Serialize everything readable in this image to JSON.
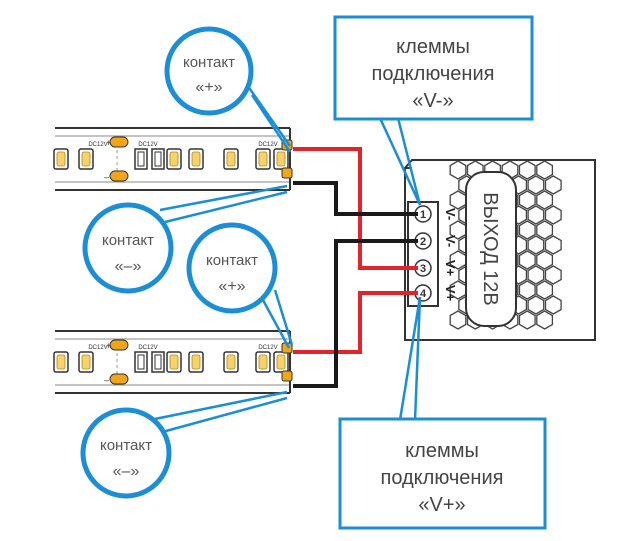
{
  "colors": {
    "callout_stroke": "#1b8ed6",
    "wire_positive": "#e2252b",
    "wire_negative": "#1a1a1a",
    "pad": "#f2a516",
    "strip_outline": "#333333",
    "psu_outline": "#333333"
  },
  "callouts": {
    "top_plus": {
      "line1": "контакт",
      "line2": "«+»"
    },
    "top_minus": {
      "line1": "контакт",
      "line2": "«–»"
    },
    "bottom_plus": {
      "line1": "контакт",
      "line2": "«+»"
    },
    "bottom_minus": {
      "line1": "контакт",
      "line2": "«–»"
    }
  },
  "terminal_boxes": {
    "negative": {
      "line1": "клеммы",
      "line2": "подключения",
      "line3": "«V-»"
    },
    "positive": {
      "line1": "клеммы",
      "line2": "подключения",
      "line3": "«V+»"
    }
  },
  "power_supply": {
    "output_label": "ВЫХОД 12В",
    "terminal_labels": [
      "V-",
      "V-",
      "V+",
      "V+"
    ],
    "terminal_numbers": [
      "1",
      "2",
      "3",
      "4"
    ]
  },
  "strip": {
    "voltage_marks": [
      "DC12V",
      "DC12V",
      "DC12V"
    ],
    "pad_plus": "+",
    "pad_minus": "–"
  }
}
